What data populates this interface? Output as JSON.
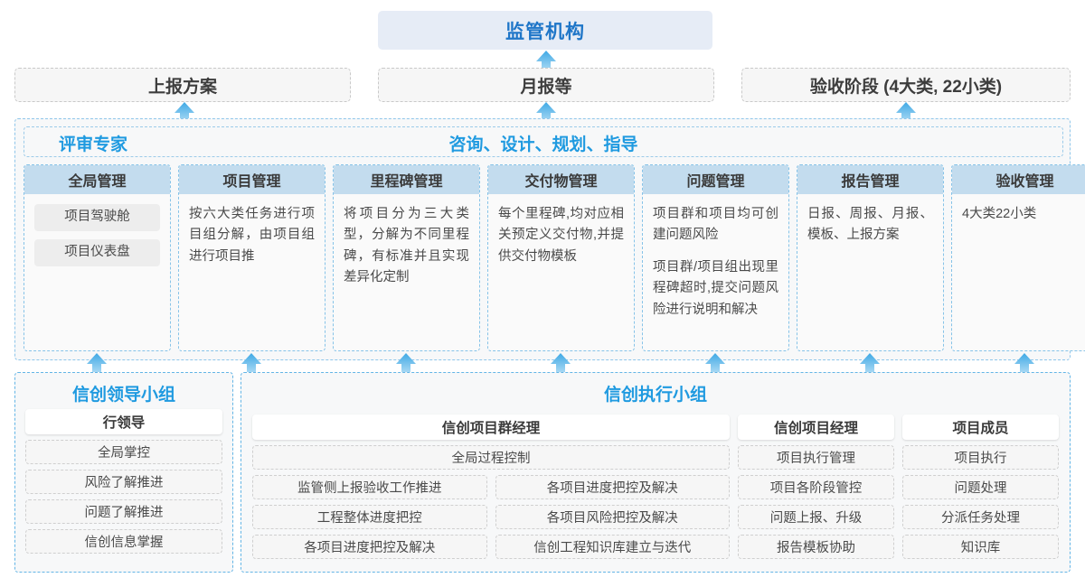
{
  "top": {
    "regulator": "监管机构",
    "documents": [
      {
        "label": "上报方案"
      },
      {
        "label": "月报等"
      },
      {
        "label": "验收阶段 (4大类, 22小类)"
      }
    ]
  },
  "middle": {
    "label_left": "评审专家",
    "label_right": "咨询、设计、规划、指导",
    "cards": [
      {
        "title": "全局管理",
        "pills": [
          "项目驾驶舱",
          "项目仪表盘"
        ],
        "paragraphs": []
      },
      {
        "title": "项目管理",
        "pills": [],
        "paragraphs": [
          "按六大类任务进行项目组分解，由项目组进行项目推"
        ]
      },
      {
        "title": "里程碑管理",
        "pills": [],
        "paragraphs": [
          "将项目分为三大类型，分解为不同里程碑，有标准并且实现差异化定制"
        ]
      },
      {
        "title": "交付物管理",
        "pills": [],
        "paragraphs": [
          "每个里程碑,均对应相关预定义交付物,并提供交付物模板"
        ]
      },
      {
        "title": "问题管理",
        "pills": [],
        "paragraphs": [
          "项目群和项目均可创建问题风险",
          "项目群/项目组出现里程碑超时,提交问题风险进行说明和解决"
        ]
      },
      {
        "title": "报告管理",
        "pills": [],
        "paragraphs": [
          "日报、周报、月报、模板、上报方案"
        ]
      },
      {
        "title": "验收管理",
        "pills": [],
        "paragraphs": [
          "4大类22小类"
        ]
      }
    ]
  },
  "bottom": {
    "leading_group": {
      "title": "信创领导小组",
      "role": "行领导",
      "tasks": [
        "全局掌控",
        "风险了解推进",
        "问题了解推进",
        "信创信息掌握"
      ]
    },
    "execution_group": {
      "title": "信创执行小组",
      "program_manager": {
        "role": "信创项目群经理",
        "span_task": "全局过程控制",
        "tasks_left": [
          "监管侧上报验收工作推进",
          "工程整体进度把控",
          "各项目进度把控及解决"
        ],
        "tasks_right": [
          "各项目进度把控及解决",
          "各项目风险把控及解决",
          "信创工程知识库建立与迭代"
        ]
      },
      "project_manager": {
        "role": "信创项目经理",
        "tasks": [
          "项目执行管理",
          "项目各阶段管控",
          "问题上报、升级",
          "报告模板协助"
        ]
      },
      "member": {
        "role": "项目成员",
        "tasks": [
          "项目执行",
          "问题处理",
          "分派任务处理",
          "知识库"
        ]
      }
    }
  },
  "icons": {
    "arrow_up": "arrow-up-icon"
  },
  "colors": {
    "accent_blue": "#1f9ae0",
    "regulator_bg": "#e6ecf6",
    "card_head_bg": "#c3dcee",
    "arrow_blue": "#3fa9e5"
  }
}
